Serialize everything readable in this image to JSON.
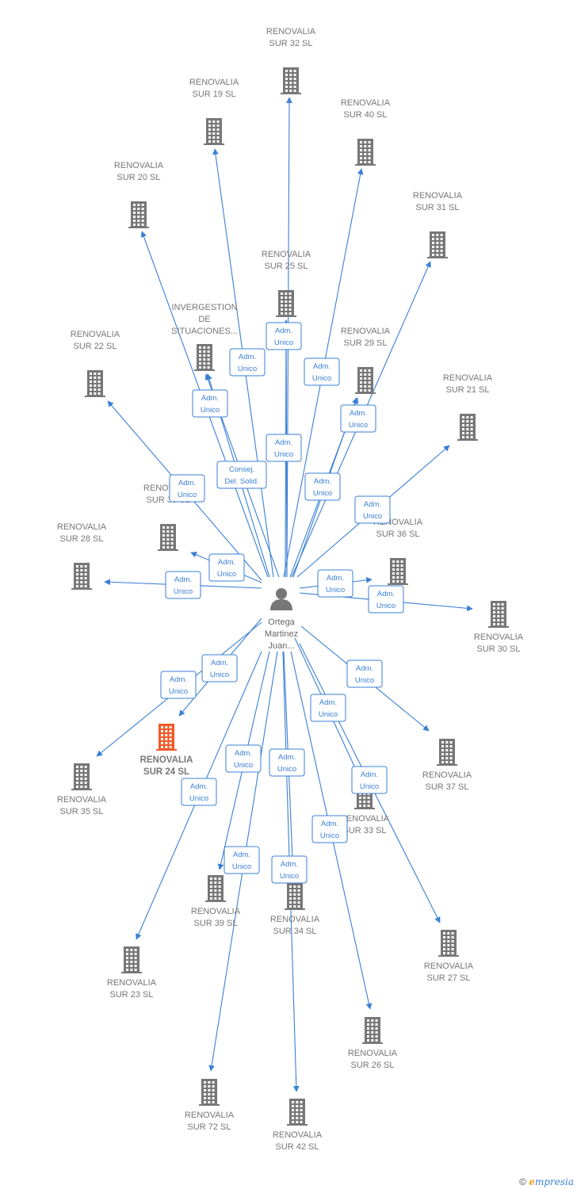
{
  "person": {
    "lines": [
      "Ortega",
      "Martinez",
      "Juan..."
    ]
  },
  "colors": {
    "edge": "#3a7fd5",
    "node": "#777777",
    "highlight": "#f05a28"
  },
  "companies": [
    {
      "id": "sur32",
      "lines": [
        "RENOVALIA",
        "SUR 32  SL"
      ],
      "highlight": false
    },
    {
      "id": "sur19",
      "lines": [
        "RENOVALIA",
        "SUR 19  SL"
      ],
      "highlight": false
    },
    {
      "id": "sur40",
      "lines": [
        "RENOVALIA",
        "SUR 40  SL"
      ],
      "highlight": false
    },
    {
      "id": "sur20",
      "lines": [
        "RENOVALIA",
        "SUR 20  SL"
      ],
      "highlight": false
    },
    {
      "id": "sur31",
      "lines": [
        "RENOVALIA",
        "SUR 31  SL"
      ],
      "highlight": false
    },
    {
      "id": "sur25",
      "lines": [
        "RENOVALIA",
        "SUR 25  SL"
      ],
      "highlight": false
    },
    {
      "id": "inverg",
      "lines": [
        "INVERGESTION",
        "DE",
        "SITUACIONES..."
      ],
      "highlight": false
    },
    {
      "id": "sur22",
      "lines": [
        "RENOVALIA",
        "SUR 22  SL"
      ],
      "highlight": false
    },
    {
      "id": "sur29",
      "lines": [
        "RENOVALIA",
        "SUR 29  SL"
      ],
      "highlight": false
    },
    {
      "id": "sur21",
      "lines": [
        "RENOVALIA",
        "SUR 21  SL"
      ],
      "highlight": false
    },
    {
      "id": "sur38",
      "lines": [
        "RENOVALIA",
        "SUR 38  SL"
      ],
      "highlight": false
    },
    {
      "id": "sur36",
      "lines": [
        "RENOVALIA",
        "SUR 36  SL"
      ],
      "highlight": false
    },
    {
      "id": "sur28",
      "lines": [
        "RENOVALIA",
        "SUR 28  SL"
      ],
      "highlight": false
    },
    {
      "id": "sur30",
      "lines": [
        "RENOVALIA",
        "SUR 30  SL"
      ],
      "highlight": false
    },
    {
      "id": "sur24",
      "lines": [
        "RENOVALIA",
        "SUR 24  SL"
      ],
      "highlight": true
    },
    {
      "id": "sur35",
      "lines": [
        "RENOVALIA",
        "SUR 35  SL"
      ],
      "highlight": false
    },
    {
      "id": "sur37",
      "lines": [
        "RENOVALIA",
        "SUR 37  SL"
      ],
      "highlight": false
    },
    {
      "id": "sur33",
      "lines": [
        "RENOVALIA",
        "SUR 33  SL"
      ],
      "highlight": false
    },
    {
      "id": "sur39",
      "lines": [
        "RENOVALIA",
        "SUR 39  SL"
      ],
      "highlight": false
    },
    {
      "id": "sur34",
      "lines": [
        "RENOVALIA",
        "SUR 34  SL"
      ],
      "highlight": false
    },
    {
      "id": "sur23",
      "lines": [
        "RENOVALIA",
        "SUR 23  SL"
      ],
      "highlight": false
    },
    {
      "id": "sur27",
      "lines": [
        "RENOVALIA",
        "SUR 27  SL"
      ],
      "highlight": false
    },
    {
      "id": "sur26",
      "lines": [
        "RENOVALIA",
        "SUR 26  SL"
      ],
      "highlight": false
    },
    {
      "id": "sur72",
      "lines": [
        "RENOVALIA",
        "SUR 72  SL"
      ],
      "highlight": false
    },
    {
      "id": "sur42",
      "lines": [
        "RENOVALIA",
        "SUR 42  SL"
      ],
      "highlight": false
    }
  ],
  "relations": [
    {
      "to": "sur32",
      "label": [
        "Adm.",
        "Unico"
      ]
    },
    {
      "to": "sur19",
      "label": [
        "Adm.",
        "Unico"
      ]
    },
    {
      "to": "sur40",
      "label": [
        "Adm.",
        "Unico"
      ]
    },
    {
      "to": "sur20",
      "label": [
        "Adm.",
        "Unico"
      ]
    },
    {
      "to": "sur31",
      "label": [
        "Adm.",
        "Unico"
      ]
    },
    {
      "to": "sur25",
      "label": [
        "Adm.",
        "Unico"
      ]
    },
    {
      "to": "inverg",
      "label": [
        "Consej.",
        "Del. Solid."
      ]
    },
    {
      "to": "sur22",
      "label": [
        "Adm.",
        "Unico"
      ]
    },
    {
      "to": "sur29",
      "label": [
        "Adm.",
        "Unico"
      ]
    },
    {
      "to": "sur21",
      "label": [
        "Adm.",
        "Unico"
      ]
    },
    {
      "to": "sur38",
      "label": [
        "Adm.",
        "Unico"
      ]
    },
    {
      "to": "sur36",
      "label": [
        "Adm.",
        "Unico"
      ]
    },
    {
      "to": "sur28",
      "label": [
        "Adm.",
        "Unico"
      ]
    },
    {
      "to": "sur30",
      "label": [
        "Adm.",
        "Unico"
      ]
    },
    {
      "to": "sur24",
      "label": [
        "Adm.",
        "Unico"
      ]
    },
    {
      "to": "sur35",
      "label": [
        "Adm.",
        "Unico"
      ]
    },
    {
      "to": "sur37",
      "label": [
        "Adm.",
        "Unico"
      ]
    },
    {
      "to": "sur33",
      "label": [
        "Adm.",
        "Unico"
      ]
    },
    {
      "to": "sur39",
      "label": [
        "Adm.",
        "Unico"
      ]
    },
    {
      "to": "sur34",
      "label": [
        "Adm.",
        "Unico"
      ]
    },
    {
      "to": "sur23",
      "label": [
        "Adm.",
        "Unico"
      ]
    },
    {
      "to": "sur27",
      "label": [
        "Adm.",
        "Unico"
      ]
    },
    {
      "to": "sur26",
      "label": [
        "Adm.",
        "Unico"
      ]
    },
    {
      "to": "sur72",
      "label": [
        "Adm.",
        "Unico"
      ]
    },
    {
      "to": "sur42",
      "label": [
        "Adm.",
        "Unico"
      ]
    },
    {
      "to": "inverg",
      "label": [
        "Adm.",
        "Unico"
      ]
    },
    {
      "to": "sur25",
      "label": [
        "Adm.",
        "Unico"
      ]
    },
    {
      "to": "sur29",
      "label": [
        "Adm.",
        "Unico"
      ]
    }
  ],
  "footer": {
    "copyright": "©",
    "brand_initial": "e",
    "brand_rest": "mpresia"
  }
}
